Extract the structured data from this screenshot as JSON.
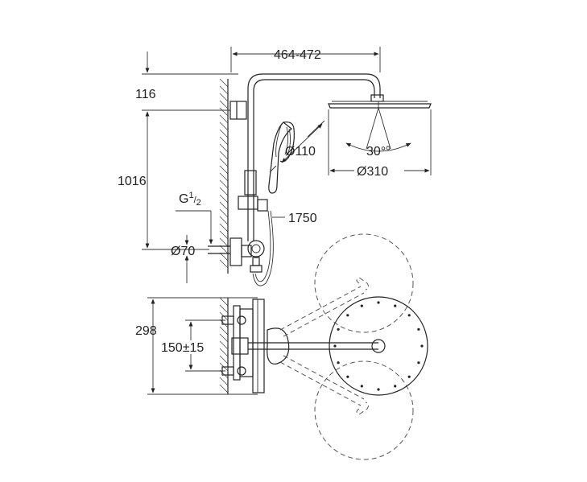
{
  "labels": {
    "arm_length": "464-472",
    "height_top": "116",
    "height_bar": "1016",
    "thread_main": "G",
    "thread_sup": "1",
    "thread_sub": "2",
    "outlet_diameter": "Ø70",
    "hand_shower_diameter": "Ø110",
    "hose_length": "1750",
    "tilt_angle": "30°",
    "head_diameter": "Ø310",
    "mixer_width": "298",
    "inlet_spacing": "150±15"
  },
  "colors": {
    "line": "#222222",
    "background": "#ffffff"
  }
}
